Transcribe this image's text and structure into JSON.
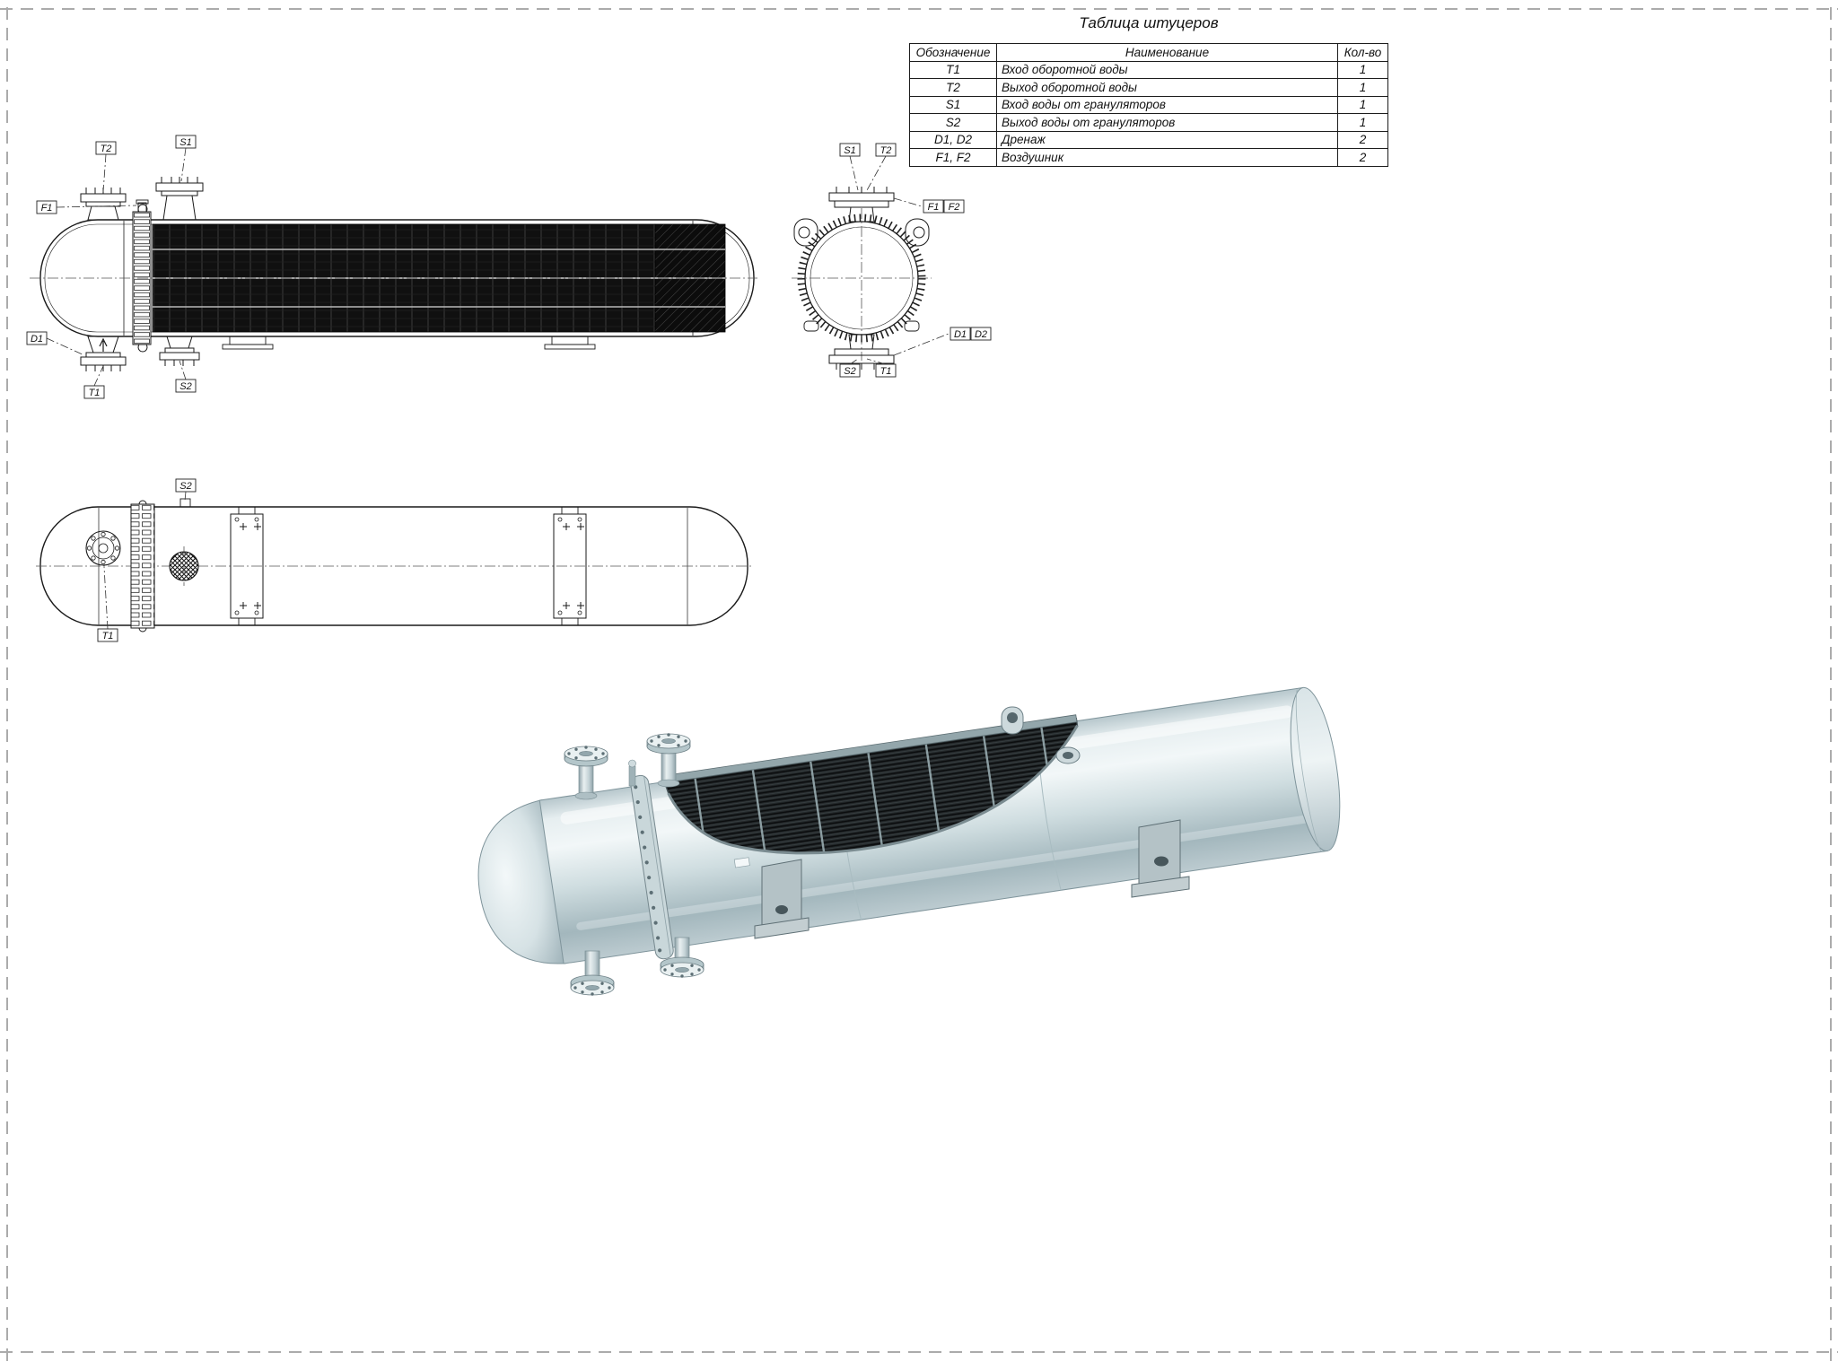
{
  "table": {
    "title": "Таблица штуцеров",
    "headers": {
      "designation": "Обозначение",
      "name": "Наименование",
      "qty": "Кол-во"
    },
    "rows": [
      {
        "designation": "T1",
        "name": "Вход оборотной воды",
        "qty": "1"
      },
      {
        "designation": "T2",
        "name": "Выход оборотной воды",
        "qty": "1"
      },
      {
        "designation": "S1",
        "name": "Вход воды от грануляторов",
        "qty": "1"
      },
      {
        "designation": "S2",
        "name": "Выход воды от грануляторов",
        "qty": "1"
      },
      {
        "designation": "D1, D2",
        "name": "Дренаж",
        "qty": "2"
      },
      {
        "designation": "F1, F2",
        "name": "Воздушник",
        "qty": "2"
      }
    ]
  },
  "views": {
    "side": {
      "labels": {
        "t2": "T2",
        "s1": "S1",
        "f1": "F1",
        "d1": "D1",
        "t1": "T1",
        "s2": "S2"
      }
    },
    "end": {
      "labels": {
        "s1": "S1",
        "t2": "T2",
        "f1": "F1",
        "f2": "F2",
        "d1": "D1",
        "d2": "D2",
        "s2": "S2",
        "t1": "T1"
      }
    },
    "top": {
      "labels": {
        "s2": "S2",
        "t1": "T1"
      }
    }
  },
  "colors": {
    "line": "#1a1a1a",
    "bundle": "#101010",
    "shell_light": "#f2f7f8",
    "shell_mid": "#cfdde0",
    "shell_dark": "#a7bac0"
  }
}
